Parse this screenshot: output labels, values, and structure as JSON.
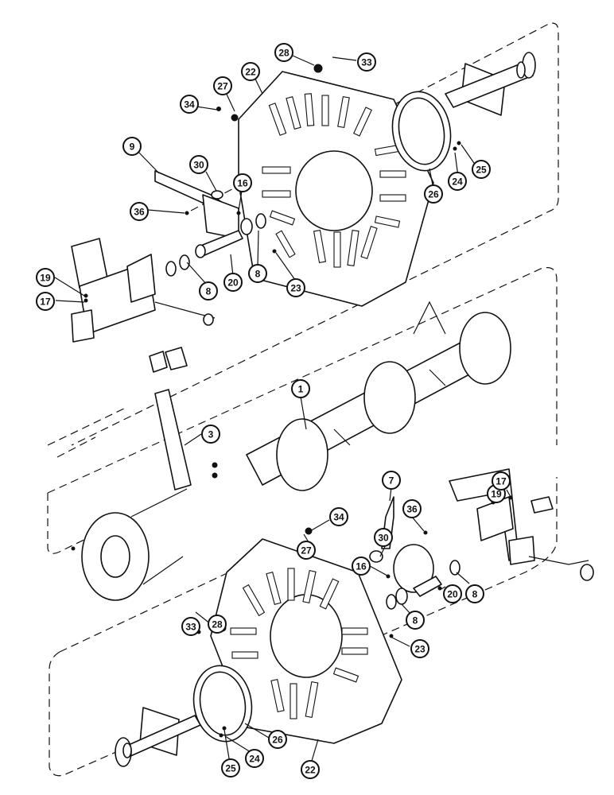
{
  "callouts": [
    {
      "id": "c28a",
      "label": "28"
    },
    {
      "id": "c33a",
      "label": "33"
    },
    {
      "id": "c22a",
      "label": "22"
    },
    {
      "id": "c27a",
      "label": "27"
    },
    {
      "id": "c34a",
      "label": "34"
    },
    {
      "id": "c9",
      "label": "9"
    },
    {
      "id": "c30a",
      "label": "30"
    },
    {
      "id": "c16a",
      "label": "16"
    },
    {
      "id": "c36a",
      "label": "36"
    },
    {
      "id": "c26a",
      "label": "26"
    },
    {
      "id": "c24a",
      "label": "24"
    },
    {
      "id": "c25a",
      "label": "25"
    },
    {
      "id": "c8a",
      "label": "8"
    },
    {
      "id": "c20a",
      "label": "20"
    },
    {
      "id": "c8b",
      "label": "8"
    },
    {
      "id": "c23a",
      "label": "23"
    },
    {
      "id": "c19a",
      "label": "19"
    },
    {
      "id": "c17a",
      "label": "17"
    },
    {
      "id": "c1",
      "label": "1"
    },
    {
      "id": "c3",
      "label": "3"
    },
    {
      "id": "c7",
      "label": "7"
    },
    {
      "id": "c36b",
      "label": "36"
    },
    {
      "id": "c19b",
      "label": "19"
    },
    {
      "id": "c17b",
      "label": "17"
    },
    {
      "id": "c34b",
      "label": "34"
    },
    {
      "id": "c30b",
      "label": "30"
    },
    {
      "id": "c27b",
      "label": "27"
    },
    {
      "id": "c16b",
      "label": "16"
    },
    {
      "id": "c8c",
      "label": "8"
    },
    {
      "id": "c20b",
      "label": "20"
    },
    {
      "id": "c8d",
      "label": "8"
    },
    {
      "id": "c33b",
      "label": "33"
    },
    {
      "id": "c28b",
      "label": "28"
    },
    {
      "id": "c23b",
      "label": "23"
    },
    {
      "id": "c26b",
      "label": "26"
    },
    {
      "id": "c24b",
      "label": "24"
    },
    {
      "id": "c25b",
      "label": "25"
    },
    {
      "id": "c22b",
      "label": "22"
    }
  ]
}
